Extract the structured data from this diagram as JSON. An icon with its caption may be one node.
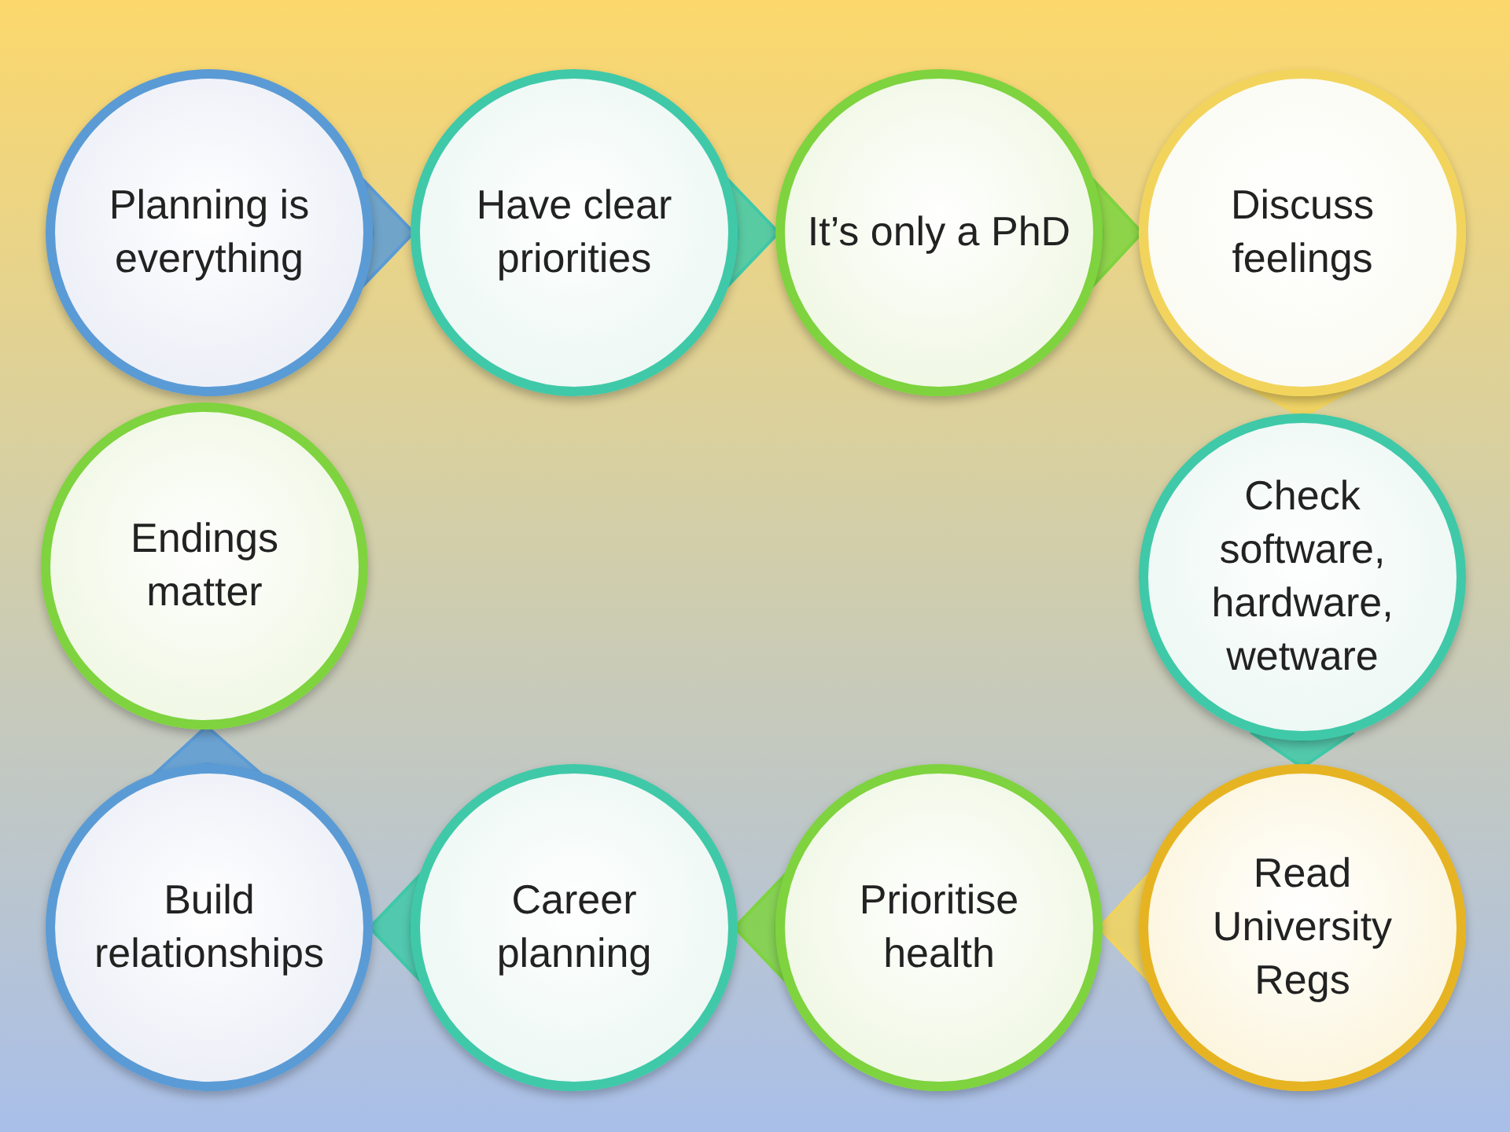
{
  "diagram": {
    "nodes": [
      {
        "text": [
          "Planning is everything"
        ]
      },
      {
        "text": [
          "Have clear priorities"
        ]
      },
      {
        "text": [
          "It’s only a PhD"
        ]
      },
      {
        "text": [
          "Discuss feelings"
        ]
      },
      {
        "text": [
          "Check software, hardware, wetware"
        ]
      },
      {
        "text": [
          "Read University Regs"
        ]
      },
      {
        "text": [
          "Prioritise health"
        ]
      },
      {
        "text": [
          "Career planning"
        ]
      },
      {
        "text": [
          "Build relationships"
        ]
      },
      {
        "text": [
          "Endings matter"
        ]
      }
    ],
    "edges": [
      {
        "from": 0,
        "to": 1,
        "arrow": "to",
        "color": "#5b9bd5"
      },
      {
        "from": 1,
        "to": 2,
        "arrow": "to",
        "color": "#3fc9a8"
      },
      {
        "from": 2,
        "to": 3,
        "arrow": "to",
        "color": "#7ed33f"
      },
      {
        "from": 3,
        "to": 4,
        "arrow": "to",
        "color": "#f2d45c"
      },
      {
        "from": 4,
        "to": 5,
        "arrow": "to",
        "color": "#3fc9a8"
      },
      {
        "from": 5,
        "to": 6,
        "arrow": "to",
        "color": "#f2d45c"
      },
      {
        "from": 6,
        "to": 7,
        "arrow": "to",
        "color": "#7ed33f"
      },
      {
        "from": 7,
        "to": 8,
        "arrow": "to",
        "color": "#3fc9a8"
      },
      {
        "from": 8,
        "to": 9,
        "arrow": "to",
        "color": "#5b9bd5"
      }
    ]
  }
}
